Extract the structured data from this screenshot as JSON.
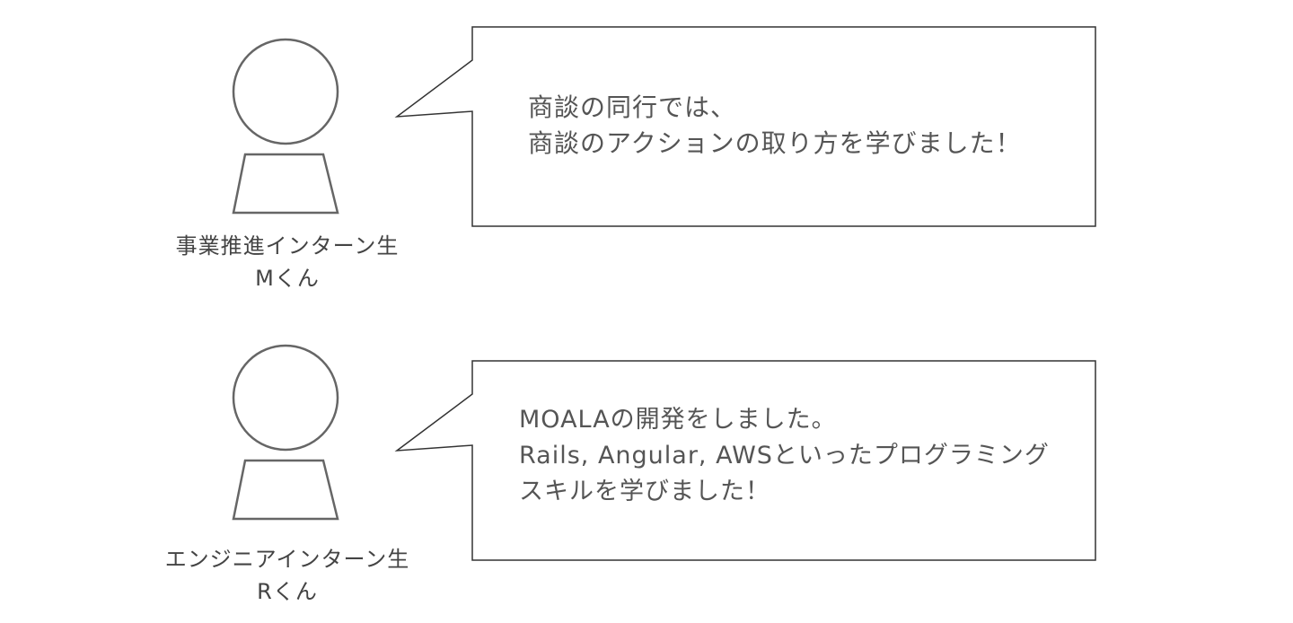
{
  "colors": {
    "stroke": "#666666",
    "text": "#555555",
    "background": "#ffffff"
  },
  "testimonials": [
    {
      "icon": "person-icon",
      "role": "事業推進インターン生",
      "name": "Mくん",
      "message_lines": [
        "商談の同行では、",
        "商談のアクションの取り方を学びました！"
      ]
    },
    {
      "icon": "person-icon",
      "role": "エンジニアインターン生",
      "name": "Rくん",
      "message_lines": [
        "MOALAの開発をしました。",
        "Rails, Angular, AWSといったプログラミング",
        "スキルを学びました！"
      ]
    }
  ]
}
